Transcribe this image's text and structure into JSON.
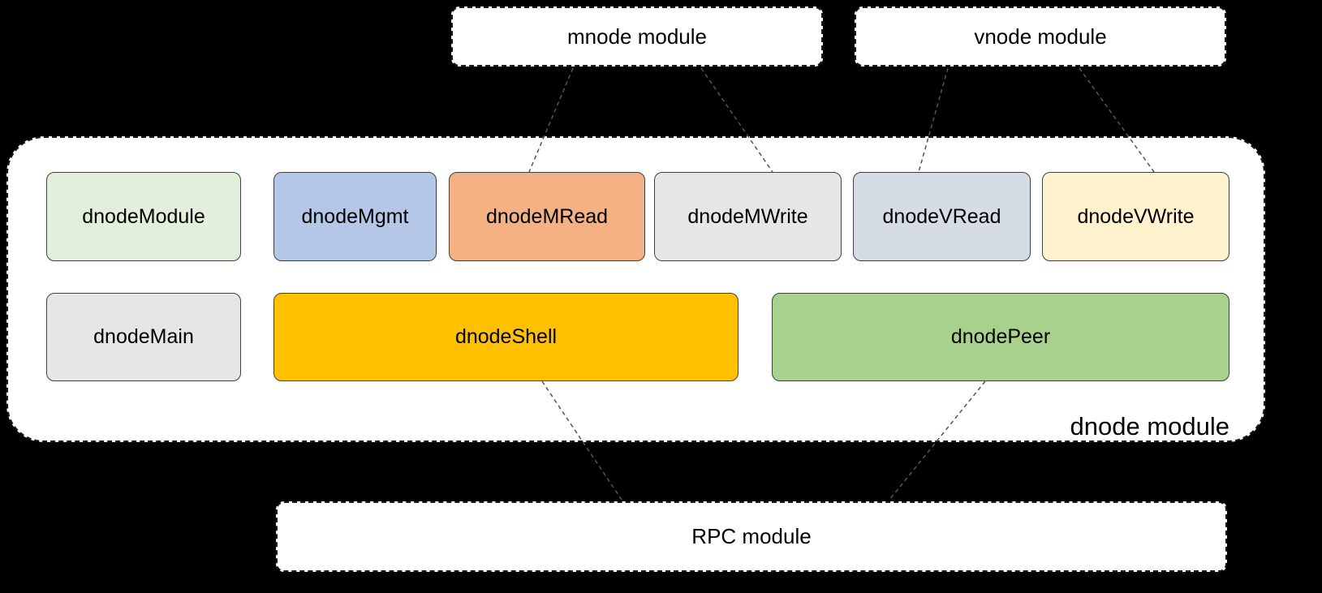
{
  "colors": {
    "background": "#000000",
    "module_box_bg": "#FFFFFF",
    "connector_line": "#555555"
  },
  "top_modules": [
    {
      "label": "mnode module"
    },
    {
      "label": "vnode module"
    }
  ],
  "dnode_container": {
    "label": "dnode module"
  },
  "components_row1": [
    {
      "label": "dnodeModule",
      "fill": "#E2EFDA"
    },
    {
      "label": "dnodeMgmt",
      "fill": "#B4C7E7"
    },
    {
      "label": "dnodeMRead",
      "fill": "#F4B183"
    },
    {
      "label": "dnodeMWrite",
      "fill": "#E7E6E6"
    },
    {
      "label": "dnodeVRead",
      "fill": "#D6DCE5"
    },
    {
      "label": "dnodeVWrite",
      "fill": "#FFF2CC"
    }
  ],
  "components_row2": [
    {
      "label": "dnodeMain",
      "fill": "#E7E6E6"
    },
    {
      "label": "dnodeShell",
      "fill": "#FFC000"
    },
    {
      "label": "dnodePeer",
      "fill": "#A9D18E"
    }
  ],
  "rpc_module": {
    "label": "RPC module"
  }
}
